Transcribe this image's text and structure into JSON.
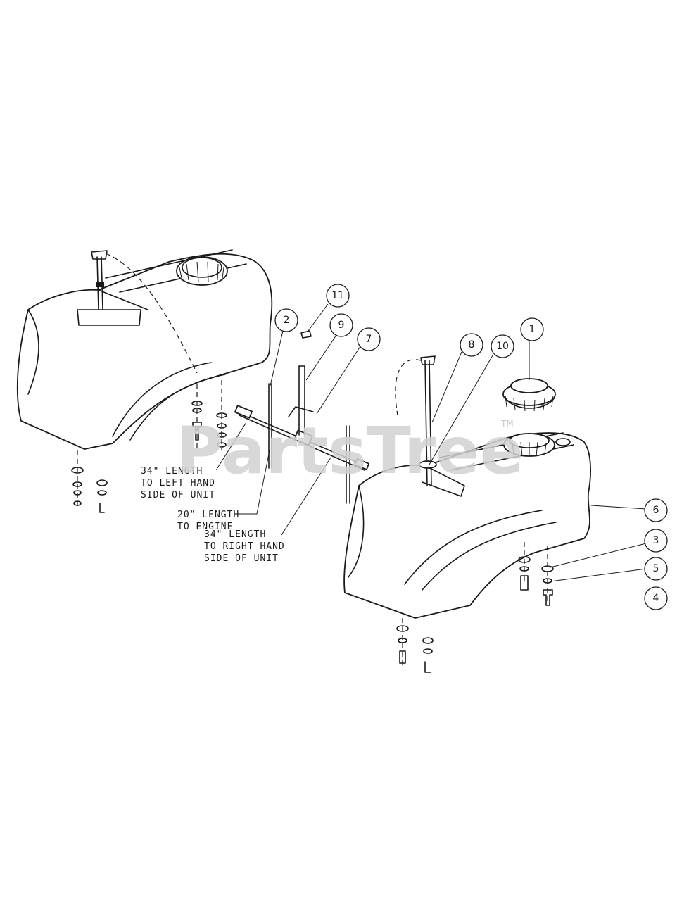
{
  "watermark": {
    "text": "PartsTree",
    "trademark": "TM"
  },
  "callouts": [
    {
      "id": "c11",
      "label": "11"
    },
    {
      "id": "c2",
      "label": "2"
    },
    {
      "id": "c9",
      "label": "9"
    },
    {
      "id": "c7",
      "label": "7"
    },
    {
      "id": "c8",
      "label": "8"
    },
    {
      "id": "c10",
      "label": "10"
    },
    {
      "id": "c1",
      "label": "1"
    },
    {
      "id": "c6",
      "label": "6"
    },
    {
      "id": "c3",
      "label": "3"
    },
    {
      "id": "c5",
      "label": "5"
    },
    {
      "id": "c4",
      "label": "4"
    }
  ],
  "notes": {
    "left_hose": [
      "34\" LENGTH",
      "TO LEFT HAND",
      "SIDE OF UNIT"
    ],
    "engine_hose": [
      "20\" LENGTH",
      "TO ENGINE"
    ],
    "right_hose": [
      "34\" LENGTH",
      "TO RIGHT HAND",
      "SIDE OF UNIT"
    ]
  }
}
